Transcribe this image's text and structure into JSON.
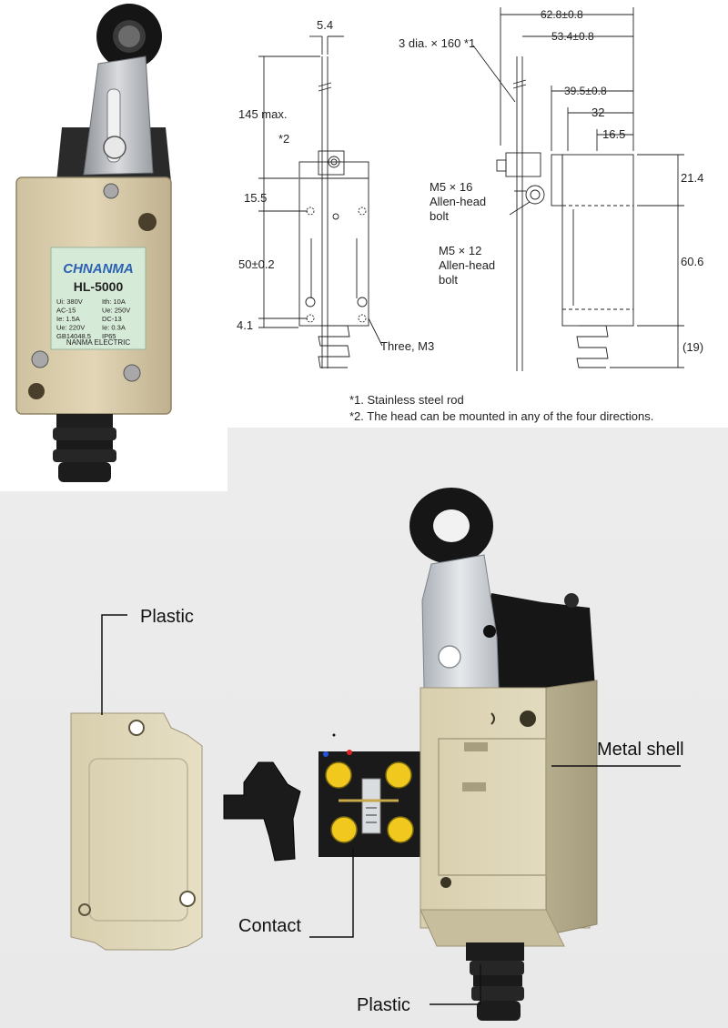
{
  "product": {
    "brand": "CHNANMA",
    "model": "HL-5000",
    "specs_left": [
      "Ui: 380V",
      "AC-15",
      "Ie: 1.5A",
      "Ue: 220V",
      "GB14048.5"
    ],
    "specs_right": [
      "Ith: 10A",
      "Ue: 250V",
      "DC-13",
      "Ie: 0.3A",
      "IP65"
    ],
    "maker": "NANMA  ELECTRIC"
  },
  "drawing": {
    "dims": {
      "d_5_4": "5.4",
      "d_145": "145 max.",
      "d_note2": "*2",
      "d_15_5": "15.5",
      "d_50": "50±0.2",
      "d_4_1": "4.1",
      "d_three_m3": "Three, M3",
      "d_62_8": "62.8±0.8",
      "d_53_4": "53.4±0.8",
      "d_rod": "3 dia. × 160 *1",
      "d_39_5": "39.5±0.8",
      "d_32": "32",
      "d_16_5": "16.5",
      "d_21_4": "21.4",
      "d_60_6": "60.6",
      "d_19": "(19)"
    },
    "bolt1": [
      "M5 × 16",
      "Allen-head",
      "bolt"
    ],
    "bolt2": [
      "M5 × 12",
      "Allen-head",
      "bolt"
    ],
    "notes": [
      "*1. Stainless steel rod",
      "*2. The head can be mounted in any of the four directions."
    ]
  },
  "exploded": {
    "labels": {
      "plastic_cover": "Plastic",
      "metal_shell": "Metal shell",
      "contact": "Contact",
      "plastic_bottom": "Plastic"
    }
  }
}
